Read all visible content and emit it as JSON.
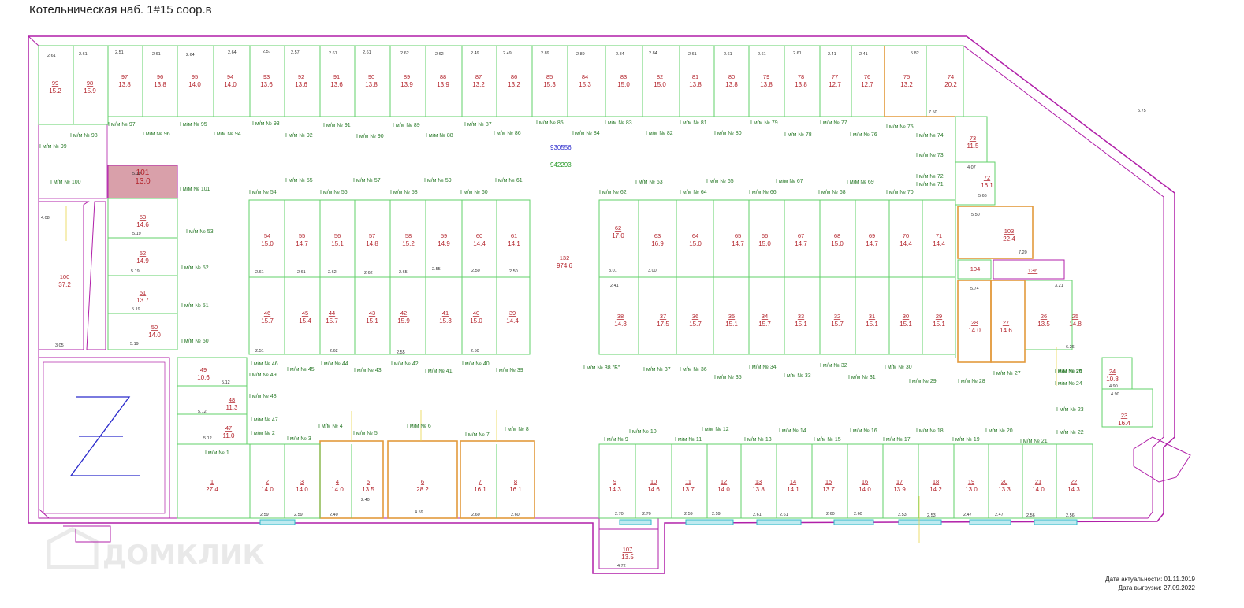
{
  "title": "Котельническая наб. 1#15 соор.в",
  "footer": {
    "actuality": "Дата актуальности: 01.11.2019",
    "export": "Дата выгрузки: 27.09.2022"
  },
  "watermark": "ДОМКЛИК",
  "central_codes": [
    "930556",
    "942293"
  ],
  "colors": {
    "outline": "#b01fa8",
    "wall": "#62d26a",
    "room_text": "#b3242c",
    "label_text": "#2a7a2a",
    "highlight": "#d9a0aa",
    "cad_blue": "#2b2bcc",
    "orange": "#e39a3c",
    "window": "#31b8c9"
  },
  "rooms": [
    {
      "num": "99",
      "area": "15.2"
    },
    {
      "num": "98",
      "area": "15.9"
    },
    {
      "num": "97",
      "area": "13.8"
    },
    {
      "num": "96",
      "area": "13.8"
    },
    {
      "num": "95",
      "area": "14.0"
    },
    {
      "num": "94",
      "area": "14.0"
    },
    {
      "num": "93",
      "area": "13.6"
    },
    {
      "num": "92",
      "area": "13.6"
    },
    {
      "num": "91",
      "area": "13.6"
    },
    {
      "num": "90",
      "area": "13.8"
    },
    {
      "num": "89",
      "area": "13.9"
    },
    {
      "num": "88",
      "area": "13.9"
    },
    {
      "num": "87",
      "area": "13.2"
    },
    {
      "num": "86",
      "area": "13.2"
    },
    {
      "num": "85",
      "area": "15.3"
    },
    {
      "num": "84",
      "area": "15.3"
    },
    {
      "num": "83",
      "area": "15.0"
    },
    {
      "num": "82",
      "area": "15.0"
    },
    {
      "num": "81",
      "area": "13.8"
    },
    {
      "num": "80",
      "area": "13.8"
    },
    {
      "num": "79",
      "area": "13.8"
    },
    {
      "num": "78",
      "area": "13.8"
    },
    {
      "num": "77",
      "area": "12.7"
    },
    {
      "num": "76",
      "area": "12.7"
    },
    {
      "num": "75",
      "area": "13.2"
    },
    {
      "num": "74",
      "area": "20.2"
    },
    {
      "num": "73",
      "area": "11.5"
    },
    {
      "num": "72",
      "area": "16.1"
    },
    {
      "num": "101",
      "area": "13.0"
    },
    {
      "num": "53",
      "area": "14.6"
    },
    {
      "num": "52",
      "area": "14.9"
    },
    {
      "num": "51",
      "area": "13.7"
    },
    {
      "num": "50",
      "area": "14.0"
    },
    {
      "num": "100",
      "area": "37.2"
    },
    {
      "num": "49",
      "area": "10.6"
    },
    {
      "num": "48",
      "area": "11.3"
    },
    {
      "num": "47",
      "area": "11.0"
    },
    {
      "num": "54",
      "area": "15.0"
    },
    {
      "num": "55",
      "area": "14.7"
    },
    {
      "num": "56",
      "area": "15.1"
    },
    {
      "num": "57",
      "area": "14.8"
    },
    {
      "num": "58",
      "area": "15.2"
    },
    {
      "num": "59",
      "area": "14.9"
    },
    {
      "num": "60",
      "area": "14.4"
    },
    {
      "num": "61",
      "area": "14.1"
    },
    {
      "num": "46",
      "area": "15.7"
    },
    {
      "num": "45",
      "area": "15.4"
    },
    {
      "num": "44",
      "area": "15.7"
    },
    {
      "num": "43",
      "area": "15.1"
    },
    {
      "num": "42",
      "area": "15.9"
    },
    {
      "num": "41",
      "area": "15.3"
    },
    {
      "num": "40",
      "area": "15.0"
    },
    {
      "num": "39",
      "area": "14.4"
    },
    {
      "num": "132",
      "area": "974.6"
    },
    {
      "num": "62",
      "area": "17.0"
    },
    {
      "num": "63",
      "area": "16.9"
    },
    {
      "num": "64",
      "area": "15.0"
    },
    {
      "num": "65",
      "area": "14.7"
    },
    {
      "num": "66",
      "area": "15.0"
    },
    {
      "num": "67",
      "area": "14.7"
    },
    {
      "num": "68",
      "area": "15.0"
    },
    {
      "num": "69",
      "area": "14.7"
    },
    {
      "num": "70",
      "area": "14.4"
    },
    {
      "num": "71",
      "area": "14.4"
    },
    {
      "num": "103",
      "area": "22.4"
    },
    {
      "num": "104",
      "area": ""
    },
    {
      "num": "136",
      "area": ""
    },
    {
      "num": "38",
      "area": "14.3"
    },
    {
      "num": "37",
      "area": "17.5"
    },
    {
      "num": "36",
      "area": "15.7"
    },
    {
      "num": "35",
      "area": "15.1"
    },
    {
      "num": "34",
      "area": "15.7"
    },
    {
      "num": "33",
      "area": "15.1"
    },
    {
      "num": "32",
      "area": "15.7"
    },
    {
      "num": "31",
      "area": "15.1"
    },
    {
      "num": "30",
      "area": "15.1"
    },
    {
      "num": "29",
      "area": "15.1"
    },
    {
      "num": "28",
      "area": "14.0"
    },
    {
      "num": "27",
      "area": "14.6"
    },
    {
      "num": "26",
      "area": "13.5"
    },
    {
      "num": "25",
      "area": "14.8"
    },
    {
      "num": "24",
      "area": "10.8"
    },
    {
      "num": "23",
      "area": "16.4"
    },
    {
      "num": "1",
      "area": "27.4"
    },
    {
      "num": "2",
      "area": "14.0"
    },
    {
      "num": "3",
      "area": "14.0"
    },
    {
      "num": "4",
      "area": "14.0"
    },
    {
      "num": "5",
      "area": "13.5"
    },
    {
      "num": "6",
      "area": "28.2"
    },
    {
      "num": "7",
      "area": "16.1"
    },
    {
      "num": "8",
      "area": "16.1"
    },
    {
      "num": "9",
      "area": "14.3"
    },
    {
      "num": "10",
      "area": "14.6"
    },
    {
      "num": "11",
      "area": "13.7"
    },
    {
      "num": "12",
      "area": "14.0"
    },
    {
      "num": "13",
      "area": "13.8"
    },
    {
      "num": "14",
      "area": "14.1"
    },
    {
      "num": "15",
      "area": "13.7"
    },
    {
      "num": "16",
      "area": "14.0"
    },
    {
      "num": "17",
      "area": "13.9"
    },
    {
      "num": "18",
      "area": "14.2"
    },
    {
      "num": "19",
      "area": "13.0"
    },
    {
      "num": "20",
      "area": "13.3"
    },
    {
      "num": "21",
      "area": "14.0"
    },
    {
      "num": "22",
      "area": "14.3"
    },
    {
      "num": "107",
      "area": "13.5"
    }
  ],
  "labels": [
    "I м/м № 97",
    "I м/м № 98",
    "I м/м № 95",
    "I м/м № 96",
    "I м/м № 93",
    "I м/м № 94",
    "I м/м № 91",
    "I м/м № 92",
    "I м/м № 89",
    "I м/м № 90",
    "I м/м № 87",
    "I м/м № 88",
    "I м/м № 85",
    "I м/м № 86",
    "I м/м № 83",
    "I м/м № 84",
    "I м/м № 81",
    "I м/м № 82",
    "I м/м № 79",
    "I м/м № 80",
    "I м/м № 77",
    "I м/м № 78",
    "I м/м № 75",
    "I м/м № 76",
    "I м/м № 74",
    "I м/м № 73",
    "I м/м № 72",
    "I м/м № 71",
    "I м/м № 99",
    "I м/м № 100",
    "I м/м № 101",
    "I м/м № 55",
    "I м/м № 54",
    "I м/м № 57",
    "I м/м № 56",
    "I м/м № 59",
    "I м/м № 58",
    "I м/м № 61",
    "I м/м № 60",
    "I м/м № 63",
    "I м/м № 62",
    "I м/м № 65",
    "I м/м № 64",
    "I м/м № 67",
    "I м/м № 66",
    "I м/м № 69",
    "I м/м № 68",
    "I м/м № 70",
    "I м/м № 53",
    "I м/м № 52",
    "I м/м № 51",
    "I м/м № 50",
    "I м/м № 46",
    "I м/м № 49",
    "I м/м № 45",
    "I м/м № 44",
    "I м/м № 43",
    "I м/м № 42",
    "I м/м № 41",
    "I м/м № 40",
    "I м/м № 39",
    "I м/м № 38 \"Б\"",
    "I м/м № 37",
    "I м/м № 36",
    "I м/м № 35",
    "I м/м № 34",
    "I м/м № 33",
    "I м/м № 32",
    "I м/м № 31",
    "I м/м № 30",
    "I м/м № 29",
    "I м/м № 28",
    "I м/м № 27",
    "I м/м № 26",
    "I м/м № 25",
    "I м/м № 24",
    "I м/м № 23",
    "I м/м № 22",
    "I м/м № 48",
    "I м/м № 47",
    "I м/м № 2",
    "I м/м № 3",
    "I м/м № 4",
    "I м/м № 5",
    "I м/м № 6",
    "I м/м № 7",
    "I м/м № 8",
    "I м/м № 1",
    "I м/м № 9",
    "I м/м № 10",
    "I м/м № 11",
    "I м/м № 12",
    "I м/м № 13",
    "I м/м № 14",
    "I м/м № 15",
    "I м/м № 16",
    "I м/м № 17",
    "I м/м № 18",
    "I м/м № 19",
    "I м/м № 20",
    "I м/м № 21"
  ],
  "dims": [
    "2.61",
    "2.61",
    "2.51",
    "2.61",
    "2.64",
    "2.64",
    "2.57",
    "2.57",
    "2.61",
    "2.61",
    "2.62",
    "2.62",
    "2.49",
    "2.49",
    "2.89",
    "2.89",
    "2.84",
    "2.84",
    "2.61",
    "2.61",
    "2.61",
    "2.61",
    "2.41",
    "2.41",
    "5.82",
    "7.50",
    "4.07",
    "5.66",
    "5.50",
    "7.20",
    "5.74",
    "3.21",
    "6.26",
    "4.90",
    "4.90",
    "4.08",
    "3.05",
    "5.19",
    "5.19",
    "5.19",
    "5.19",
    "5.19",
    "5.12",
    "5.12",
    "5.12",
    "2.61",
    "2.61",
    "2.62",
    "2.62",
    "2.65",
    "2.55",
    "2.50",
    "2.50",
    "2.51",
    "2.62",
    "2.55",
    "2.50",
    "3.01",
    "3.00",
    "2.41",
    "2.59",
    "2.59",
    "2.40",
    "2.40",
    "4.59",
    "2.60",
    "2.60",
    "2.70",
    "2.70",
    "2.59",
    "2.59",
    "2.61",
    "2.61",
    "2.60",
    "2.60",
    "2.53",
    "2.53",
    "2.47",
    "2.47",
    "2.56",
    "2.56",
    "4.72",
    "5.75"
  ]
}
